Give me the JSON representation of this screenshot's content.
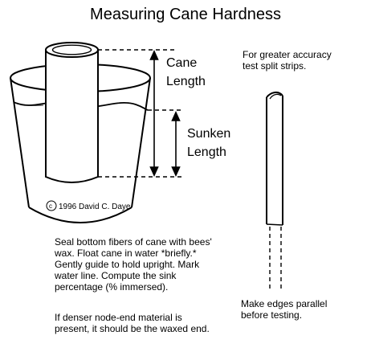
{
  "title": "Measuring Cane Hardness",
  "labels": {
    "cane_length_line1": "Cane",
    "cane_length_line2": "Length",
    "sunken_length_line1": "Sunken",
    "sunken_length_line2": "Length",
    "copyright": "1996 David C. Daye"
  },
  "notes": {
    "split_strips": "For greater accuracy\ntest split strips.",
    "parallel_edges": "Make edges parallel\nbefore testing.",
    "instructions": "Seal bottom fibers of cane with bees'\nwax. Float cane in water *briefly.*\nGently guide to hold upright. Mark\nwater line. Compute the sink\npercentage (% immersed).",
    "waxed_end": "If denser node-end material is\npresent, it should be the waxed end."
  }
}
